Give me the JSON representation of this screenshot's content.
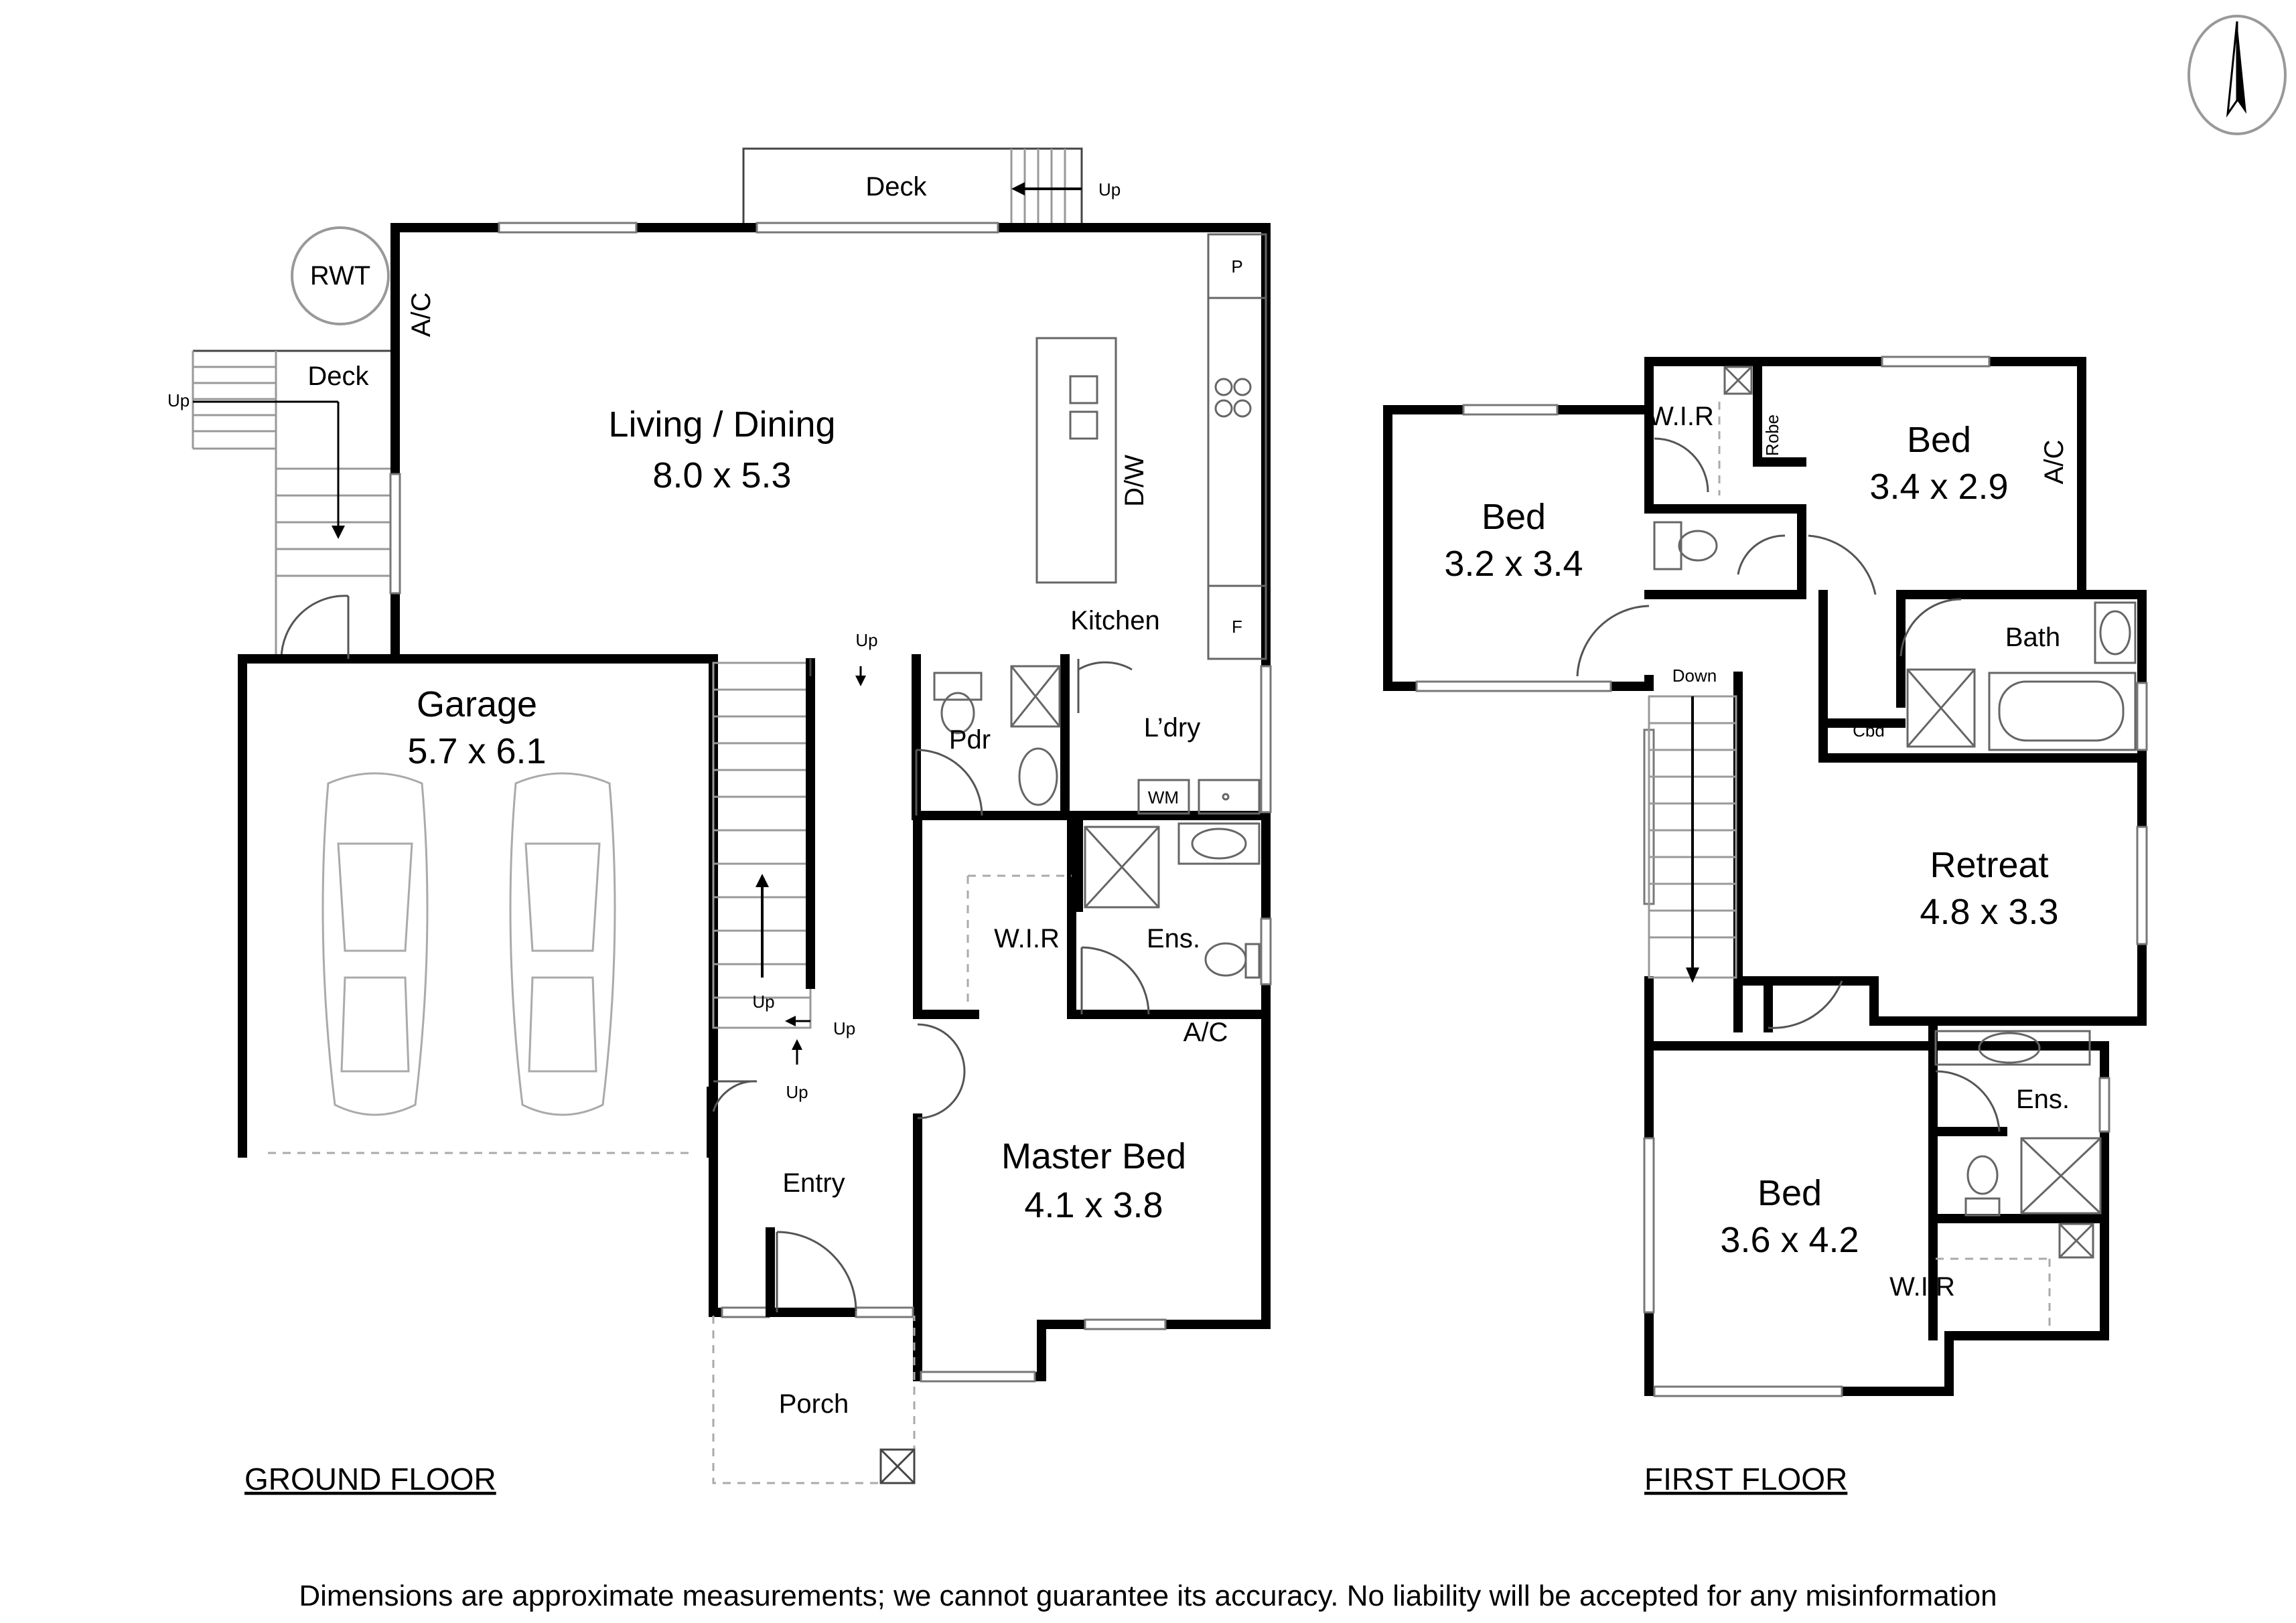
{
  "ground_floor": {
    "heading": "GROUND FLOOR",
    "living_name": "Living / Dining",
    "living_dims": "8.0 x 5.3",
    "garage_name": "Garage",
    "garage_dims": "5.7 x 6.1",
    "master_name": "Master Bed",
    "master_dims": "4.1 x 3.8",
    "deck_top": "Deck",
    "deck_left": "Deck",
    "rwt": "RWT",
    "ac_living": "A/C",
    "ac_master": "A/C",
    "kitchen": "Kitchen",
    "dw": "D/W",
    "pantry": "P",
    "fridge": "F",
    "pdr": "Pdr",
    "laundry": "L’dry",
    "wm": "WM",
    "wir": "W.I.R",
    "ensuite": "Ens.",
    "entry": "Entry",
    "porch": "Porch",
    "up_deck": "Up",
    "up_left": "Up",
    "up_hall": "Up",
    "up_stair": "Up",
    "up_stair_side": "Up",
    "up_stair_entry": "Up"
  },
  "first_floor": {
    "heading": "FIRST FLOOR",
    "bed1_name": "Bed",
    "bed1_dims": "3.2 x 3.4",
    "bed2_name": "Bed",
    "bed2_dims": "3.4 x 2.9",
    "bed3_name": "Bed",
    "bed3_dims": "3.6 x 4.2",
    "retreat_name": "Retreat",
    "retreat_dims": "4.8 x 3.3",
    "wir_top": "W.I.R",
    "robe": "Robe",
    "ac": "A/C",
    "bath": "Bath",
    "cbd": "Cbd",
    "down": "Down",
    "ensuite": "Ens.",
    "wir_bottom": "W.I.R"
  },
  "disclaimer": "Dimensions are approximate measurements; we cannot guarantee its accuracy. No liability will be accepted for any misinformation"
}
